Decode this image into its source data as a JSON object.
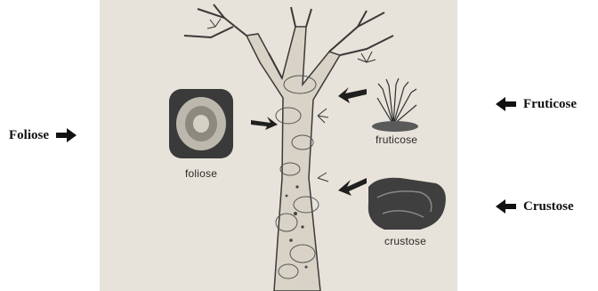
{
  "figure": {
    "labels": {
      "foliose_side": "Foliose",
      "fruticose_side": "Fruticose",
      "crustose_side": "Crustose",
      "foliose_inset": "foliose",
      "fruticose_inset": "fruticose",
      "crustose_inset": "crustose"
    },
    "icons": [
      "arrow-right-icon",
      "arrow-left-icon",
      "arrow-left-icon"
    ],
    "colors": {
      "paper": "#e7e3da",
      "ink": "#2a2a2a",
      "label": "#111111",
      "watermark": "#ffd678"
    }
  }
}
